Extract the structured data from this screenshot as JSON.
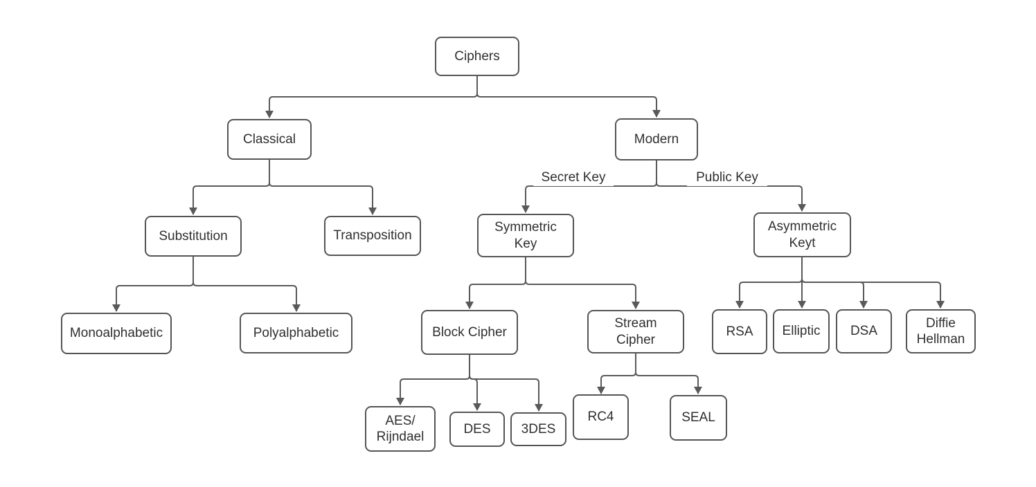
{
  "diagram": {
    "type": "tree",
    "root": "Ciphers",
    "description": "Classification tree of ciphers"
  },
  "nodes": {
    "ciphers": {
      "label": "Ciphers"
    },
    "classical": {
      "label": "Classical"
    },
    "modern": {
      "label": "Modern"
    },
    "substitution": {
      "label": "Substitution"
    },
    "transposition": {
      "label": "Transposition"
    },
    "monoalphabetic": {
      "label": "Monoalphabetic"
    },
    "polyalphabetic": {
      "label": "Polyalphabetic"
    },
    "symmetric_key": {
      "label": "Symmetric\nKey"
    },
    "asymmetric_key": {
      "label": "Asymmetric\nKeyt"
    },
    "block_cipher": {
      "label": "Block Cipher"
    },
    "stream_cipher": {
      "label": "Stream\nCipher"
    },
    "aes_rijndael": {
      "label": "AES/\nRijndael"
    },
    "des": {
      "label": "DES"
    },
    "threedes": {
      "label": "3DES"
    },
    "rc4": {
      "label": "RC4"
    },
    "seal": {
      "label": "SEAL"
    },
    "rsa": {
      "label": "RSA"
    },
    "elliptic": {
      "label": "Elliptic"
    },
    "dsa": {
      "label": "DSA"
    },
    "diffie_hellman": {
      "label": "Diffie\nHellman"
    }
  },
  "edge_labels": {
    "secret_key": "Secret Key",
    "public_key": "Public Key"
  },
  "edges": [
    {
      "from": "Ciphers",
      "to": "Classical"
    },
    {
      "from": "Ciphers",
      "to": "Modern"
    },
    {
      "from": "Classical",
      "to": "Substitution"
    },
    {
      "from": "Classical",
      "to": "Transposition"
    },
    {
      "from": "Substitution",
      "to": "Monoalphabetic"
    },
    {
      "from": "Substitution",
      "to": "Polyalphabetic"
    },
    {
      "from": "Modern",
      "to": "Symmetric Key",
      "label": "Secret Key"
    },
    {
      "from": "Modern",
      "to": "Asymmetric Keyt",
      "label": "Public Key"
    },
    {
      "from": "Symmetric Key",
      "to": "Block Cipher"
    },
    {
      "from": "Symmetric Key",
      "to": "Stream Cipher"
    },
    {
      "from": "Block Cipher",
      "to": "AES/Rijndael"
    },
    {
      "from": "Block Cipher",
      "to": "DES"
    },
    {
      "from": "Block Cipher",
      "to": "3DES"
    },
    {
      "from": "Stream Cipher",
      "to": "RC4"
    },
    {
      "from": "Stream Cipher",
      "to": "SEAL"
    },
    {
      "from": "Asymmetric Keyt",
      "to": "RSA"
    },
    {
      "from": "Asymmetric Keyt",
      "to": "Elliptic"
    },
    {
      "from": "Asymmetric Keyt",
      "to": "DSA"
    },
    {
      "from": "Asymmetric Keyt",
      "to": "Diffie Hellman"
    }
  ],
  "colors": {
    "background": "#ffffff",
    "box_border": "#545454",
    "connector": "#595959",
    "arrowhead": "#595959",
    "text": "#2f2f2f"
  }
}
